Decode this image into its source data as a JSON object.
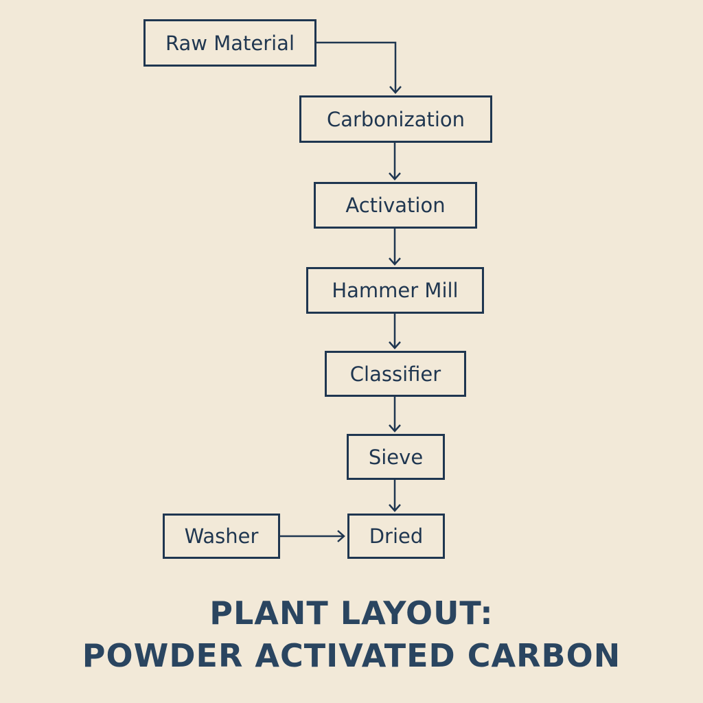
{
  "diagram": {
    "nodes": {
      "raw_material": "Raw Material",
      "carbonization": "Carbonization",
      "activation": "Activation",
      "hammer_mill": "Hammer Mill",
      "classifier": "Classifier",
      "sieve": "Sieve",
      "washer": "Washer",
      "dried": "Dried"
    },
    "edges": [
      [
        "Raw Material",
        "Carbonization"
      ],
      [
        "Carbonization",
        "Activation"
      ],
      [
        "Activation",
        "Hammer Mill"
      ],
      [
        "Hammer Mill",
        "Classifier"
      ],
      [
        "Classifier",
        "Sieve"
      ],
      [
        "Sieve",
        "Dried"
      ],
      [
        "Washer",
        "Dried"
      ]
    ],
    "title_line1": "PLANT LAYOUT:",
    "title_line2": "POWDER ACTIVATED CARBON"
  },
  "colors": {
    "background": "#f2e9d8",
    "ink": "#1f3650"
  }
}
